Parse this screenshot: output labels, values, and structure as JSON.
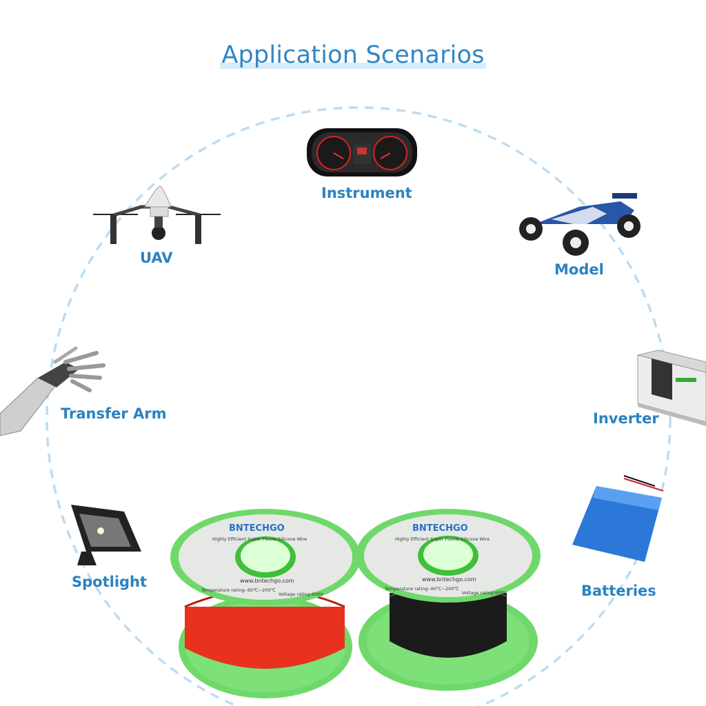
{
  "title": "Application Scenarios",
  "labels": {
    "instrument": "Instrument",
    "uav": "UAV",
    "model": "Model",
    "transfer_arm": "Transfer Arm",
    "inverter": "Inverter",
    "spotlight": "Spotlight",
    "batteries": "Batteries"
  },
  "spool_left": {
    "brand": "BNTECHGO",
    "tagline": "Highly Efficient Super Flexile Silicone Wire",
    "website": "www.bntechgo.com",
    "temp": "Temperature rating:-60℃~200℃",
    "voltage": "Voltage rating:600V",
    "wire_color": "#e8321e"
  },
  "spool_right": {
    "brand": "BNTECHGO",
    "tagline": "Highly Efficient Super Flexile Silicone Wire",
    "website": "www.bntechgo.com",
    "temp": "Temperature rating:-60℃~200℃",
    "voltage": "Voltage rating:600V",
    "wire_color": "#1b1b1b"
  },
  "colors": {
    "accent": "#2b82c0",
    "circle": "#bcdcf3",
    "spool_green": "#6fd86a"
  }
}
